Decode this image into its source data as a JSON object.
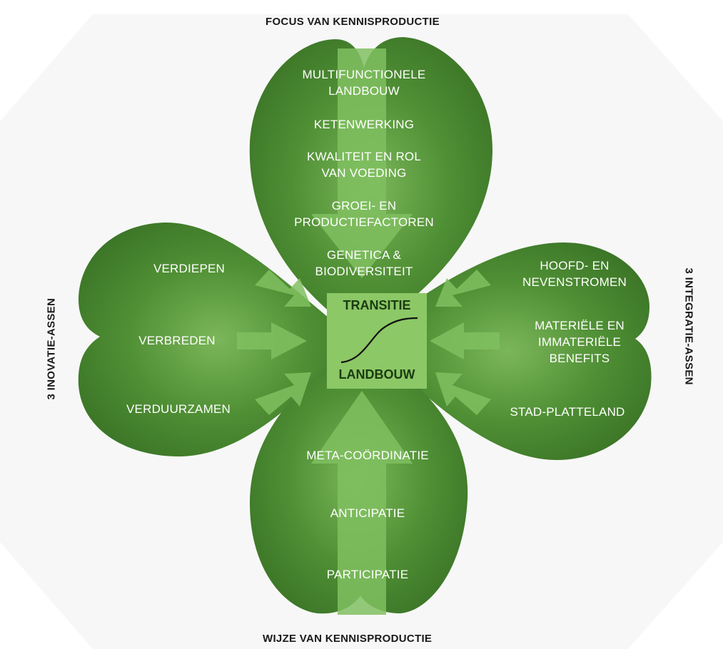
{
  "axes": {
    "top": "FOCUS VAN KENNISPRODUCTIE",
    "bottom": "WIJZE VAN KENNISPRODUCTIE",
    "left": "3 INOVATIE-ASSEN",
    "right": "3 INTEGRATIE-ASSEN"
  },
  "center": {
    "top": "TRANSITIE",
    "bottom": "LANDBOUW"
  },
  "top_leaf": [
    "MULTIFUNCTIONELE\nLANDBOUW",
    "KETENWERKING",
    "KWALITEIT EN ROL\nVAN VOEDING",
    "GROEI- EN\nPRODUCTIEFACTOREN",
    "GENETICA &\nBIODIVERSITEIT"
  ],
  "left_leaf": [
    "VERDIEPEN",
    "VERBREDEN",
    "VERDUURZAMEN"
  ],
  "right_leaf": [
    "HOOFD- EN\nNEVENSTROMEN",
    "MATERIËLE EN\nIMMATERIËLE\nBENEFITS",
    "STAD-PLATTELAND"
  ],
  "bottom_leaf": [
    "META-COÖRDINATIE",
    "ANTICIPATIE",
    "PARTICIPATIE"
  ],
  "colors": {
    "leaf_dark": "#3f7d2a",
    "leaf_light": "#6fac4e",
    "arrow": "#7dbd5f",
    "center_box": "#8cc866",
    "curve": "#111111"
  }
}
